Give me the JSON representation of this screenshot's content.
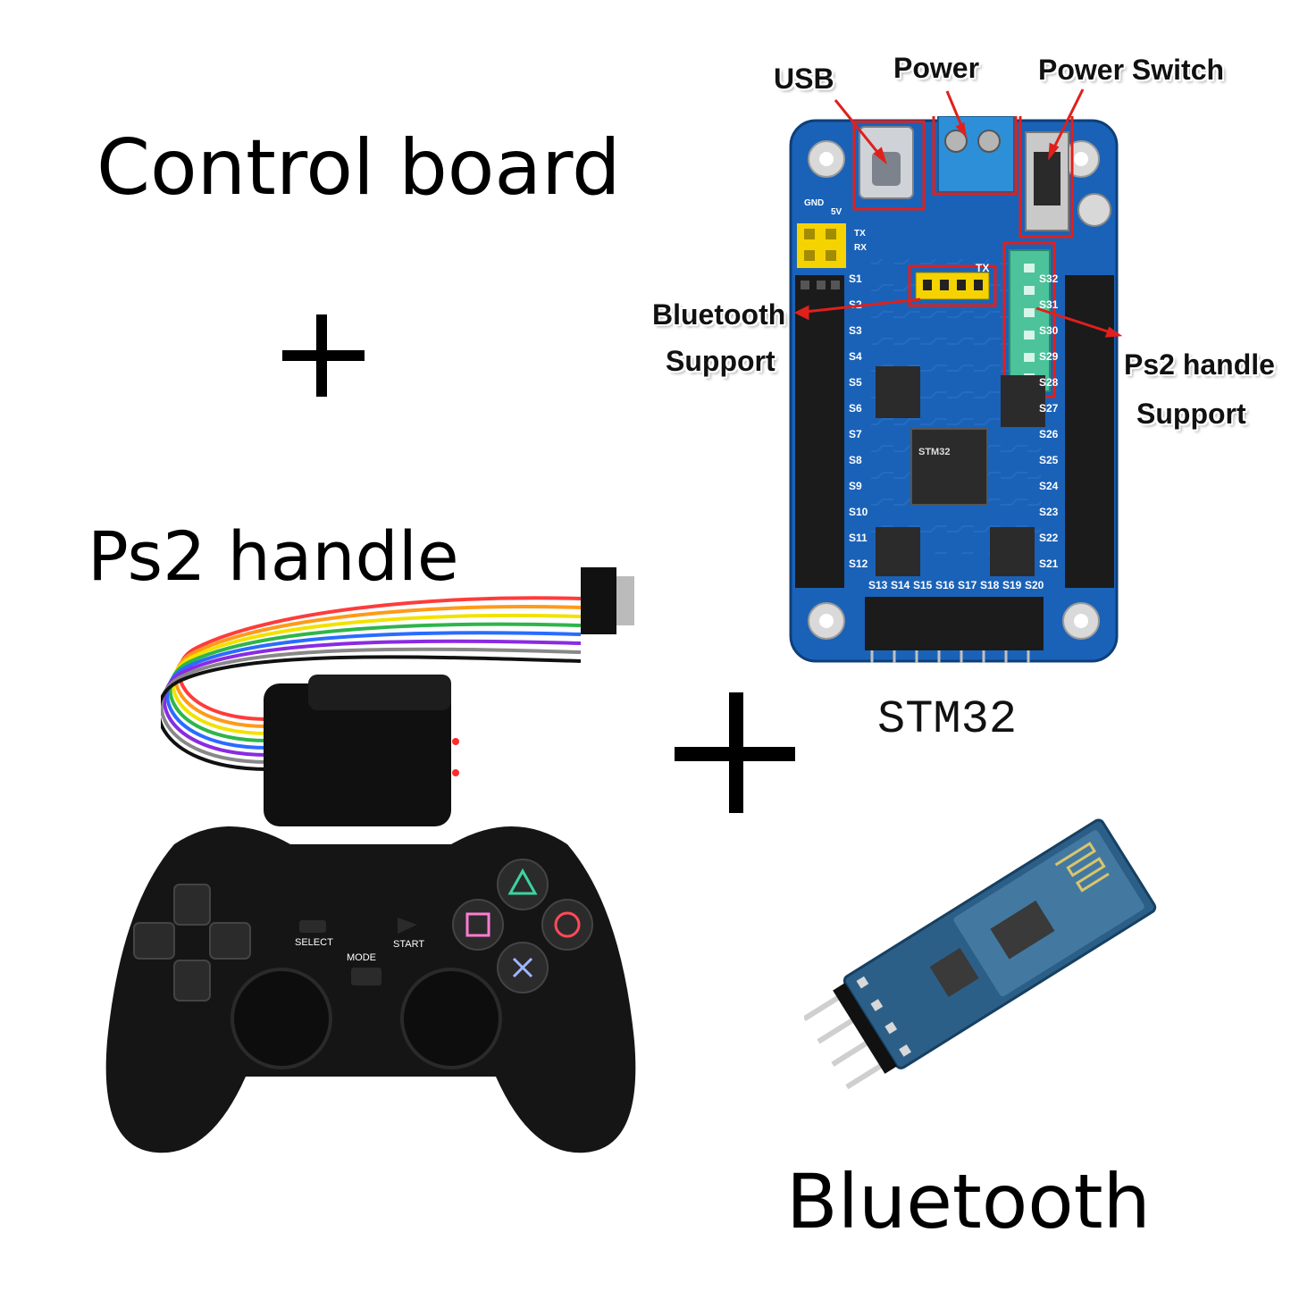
{
  "headings": {
    "control_board": "Control board",
    "ps2_handle": "Ps2 handle",
    "bluetooth": "Bluetooth",
    "stm32": "STM32"
  },
  "callouts": {
    "usb": "USB",
    "power": "Power",
    "power_switch": "Power Switch",
    "bluetooth_support_1": "Bluetooth",
    "bluetooth_support_2": "Support",
    "ps2_support_1": "Ps2 handle",
    "ps2_support_2": "Support"
  },
  "board_labels": {
    "left_pins": [
      "S1",
      "S2",
      "S3",
      "S4",
      "S5",
      "S6",
      "S7",
      "S8",
      "S9",
      "S10",
      "S11",
      "S12"
    ],
    "bottom_pins": [
      "S13",
      "S14",
      "S15",
      "S16",
      "S17",
      "S18",
      "S19",
      "S20"
    ],
    "right_pins": [
      "S21",
      "S22",
      "S23",
      "S24",
      "S25",
      "S26",
      "S27",
      "S28",
      "S29",
      "S30",
      "S31",
      "S32"
    ],
    "top_left_pins": [
      "GND",
      "5V",
      "TX",
      "RX"
    ],
    "tx_label": "TX",
    "chip": "STM32"
  },
  "controller_labels": {
    "select": "SELECT",
    "start": "START",
    "mode": "MODE"
  },
  "colors": {
    "board_blue": "#1a62b8",
    "board_dark": "#134c93",
    "callout_red": "#e0201c",
    "connector_green": "#4cc39a",
    "header_yellow": "#f5d300",
    "controller_black": "#151515",
    "bt_board": "#2c5f88"
  }
}
